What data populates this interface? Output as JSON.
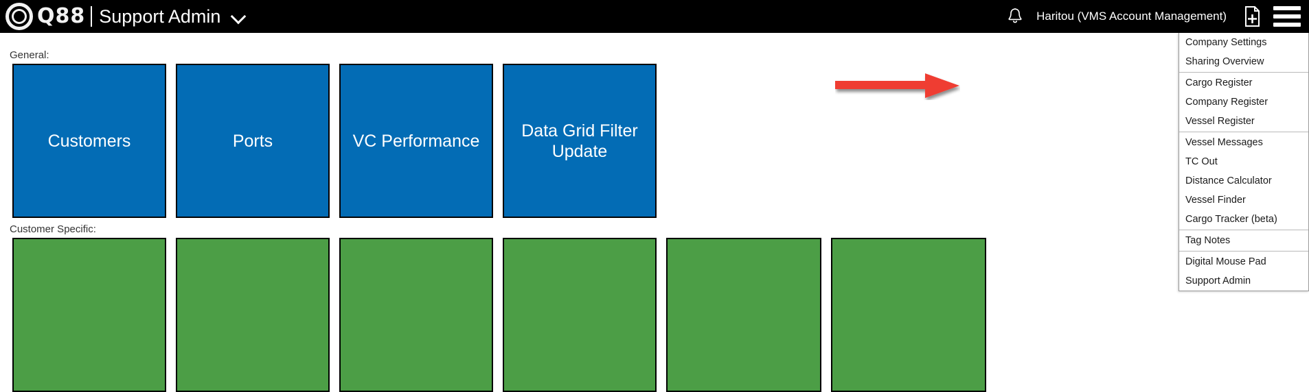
{
  "topbar": {
    "logo_text": "Q88",
    "app_title": "Support Admin",
    "title_caret_icon": "chevron-down-icon",
    "bell_icon": "notification-bell-icon",
    "user_label": "Haritou (VMS Account Management)",
    "new_doc_icon": "new-document-plus-icon",
    "menu_icon": "hamburger-menu-icon",
    "background_color": "#000000"
  },
  "main": {
    "general_label": "General:",
    "customer_label": "Customer Specific:",
    "blue_color": "#036cb5",
    "green_color": "#4c9e46",
    "general_tiles": [
      {
        "label": "Customers"
      },
      {
        "label": "Ports"
      },
      {
        "label": "VC Performance"
      },
      {
        "label": "Data Grid Filter Update"
      }
    ],
    "customer_tiles": [
      {
        "label": ""
      },
      {
        "label": ""
      },
      {
        "label": ""
      },
      {
        "label": ""
      },
      {
        "label": ""
      },
      {
        "label": ""
      }
    ]
  },
  "dropdown": {
    "groups": [
      {
        "items": [
          {
            "label": "Company Settings"
          },
          {
            "label": "Sharing Overview"
          }
        ]
      },
      {
        "items": [
          {
            "label": "Cargo Register"
          },
          {
            "label": "Company Register"
          },
          {
            "label": "Vessel Register"
          }
        ]
      },
      {
        "items": [
          {
            "label": "Vessel Messages"
          },
          {
            "label": "TC Out"
          },
          {
            "label": "Distance Calculator"
          },
          {
            "label": "Vessel Finder"
          },
          {
            "label": "Cargo Tracker (beta)"
          }
        ]
      },
      {
        "items": [
          {
            "label": "Tag Notes"
          }
        ]
      },
      {
        "items": [
          {
            "label": "Digital Mouse Pad"
          },
          {
            "label": "Support Admin"
          }
        ]
      }
    ]
  },
  "annotation": {
    "arrow_icon": "red-arrow-right-icon",
    "arrow_color": "#ef3e33",
    "points_to": "Cargo Register"
  }
}
